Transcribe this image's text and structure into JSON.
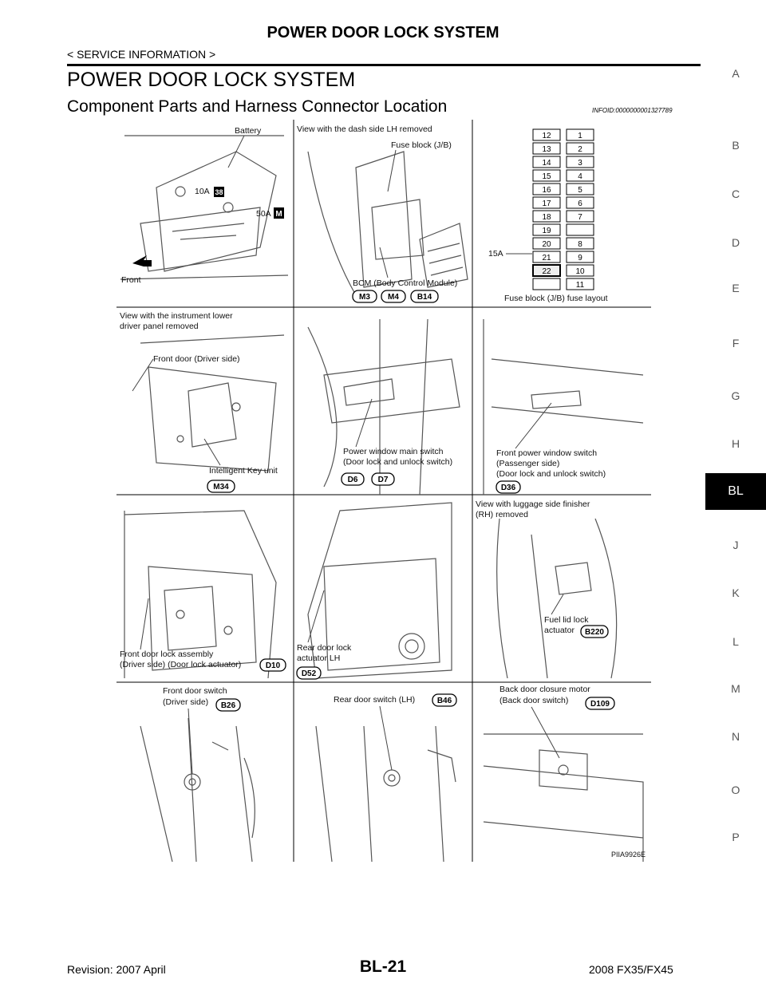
{
  "header": {
    "title": "POWER DOOR LOCK SYSTEM",
    "subtitle": "< SERVICE INFORMATION >"
  },
  "section_title": "POWER DOOR LOCK SYSTEM",
  "subsection_title": "Component Parts and Harness Connector Location",
  "info_id": "INFOID:0000000001327789",
  "side_tabs": [
    "A",
    "B",
    "C",
    "D",
    "E",
    "F",
    "G",
    "H",
    "BL",
    "J",
    "K",
    "L",
    "M",
    "N",
    "O",
    "P"
  ],
  "active_tab": "BL",
  "figure": {
    "panel1": {
      "battery": "Battery",
      "fuse_10a": "10A",
      "fuse_38": "38",
      "fuse_50a": "50A",
      "fuse_m": "M",
      "front": "Front"
    },
    "panel2": {
      "view": "View with the dash side LH removed",
      "fuse_block": "Fuse block (J/B)",
      "bcm": "BCM (Body Control Module)",
      "c1": "M3",
      "c2": "M4",
      "c3": "B14"
    },
    "panel3": {
      "fuses_left": [
        "12",
        "13",
        "14",
        "15",
        "16",
        "17",
        "18",
        "19",
        "20",
        "21",
        "22",
        ""
      ],
      "fuses_right": [
        "1",
        "2",
        "3",
        "4",
        "5",
        "6",
        "7",
        "",
        "8",
        "9",
        "10",
        "11"
      ],
      "fuse_15a": "15A",
      "layout": "Fuse block (J/B) fuse layout"
    },
    "panel4": {
      "view1": "View with the instrument lower",
      "view2": "driver panel removed",
      "front_door": "Front door (Driver side)",
      "ikey": "Intelligent Key unit",
      "c1": "M34"
    },
    "panel5": {
      "pw1": "Power window main switch",
      "pw2": "(Door lock and unlock switch)",
      "c1": "D6",
      "c2": "D7"
    },
    "panel6": {
      "f1": "Front power window switch",
      "f2": "(Passenger side)",
      "f3": "(Door lock and unlock switch)",
      "c1": "D36"
    },
    "panel7": {
      "l1": "Front door lock assembly",
      "l2": "(Driver side) (Door lock actuator)",
      "c1": "D10"
    },
    "panel8": {
      "l1": "Rear door lock",
      "l2": "actuator LH",
      "c1": "D52"
    },
    "panel9": {
      "v1": "View with luggage side finisher",
      "v2": "(RH) removed",
      "f1": "Fuel lid lock",
      "f2": "actuator",
      "c1": "B220"
    },
    "panel10": {
      "l1": "Front door switch",
      "l2": "(Driver side)",
      "c1": "B26"
    },
    "panel11": {
      "l1": "Rear door switch (LH)",
      "c1": "B46"
    },
    "panel12": {
      "l1": "Back door closure motor",
      "l2": "(Back door switch)",
      "c1": "D109"
    },
    "figure_id": "PIIA9926E"
  },
  "footer": {
    "revision": "Revision: 2007 April",
    "page": "BL-21",
    "model": "2008 FX35/FX45"
  }
}
